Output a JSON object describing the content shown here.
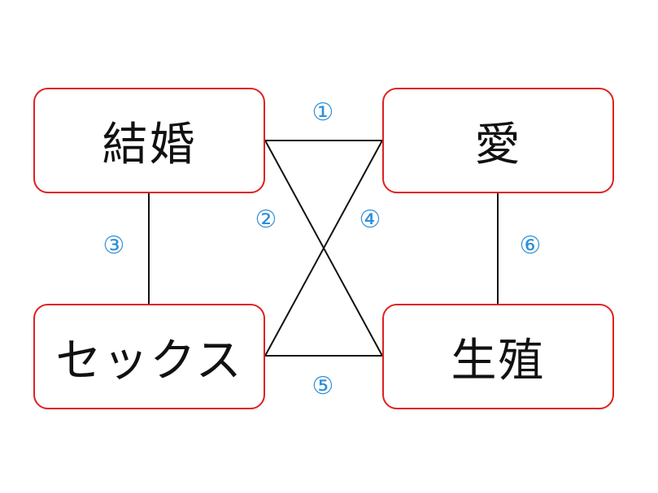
{
  "nodes": {
    "kekkon": "結婚",
    "ai": "愛",
    "sex": "セックス",
    "seisyoku": "生殖"
  },
  "edge_labels": {
    "e1": "①",
    "e2": "②",
    "e3": "③",
    "e4": "④",
    "e5": "⑤",
    "e6": "⑥"
  },
  "colors": {
    "box_border": "#e02020",
    "label": "#2f8fd8",
    "line": "#111111"
  }
}
